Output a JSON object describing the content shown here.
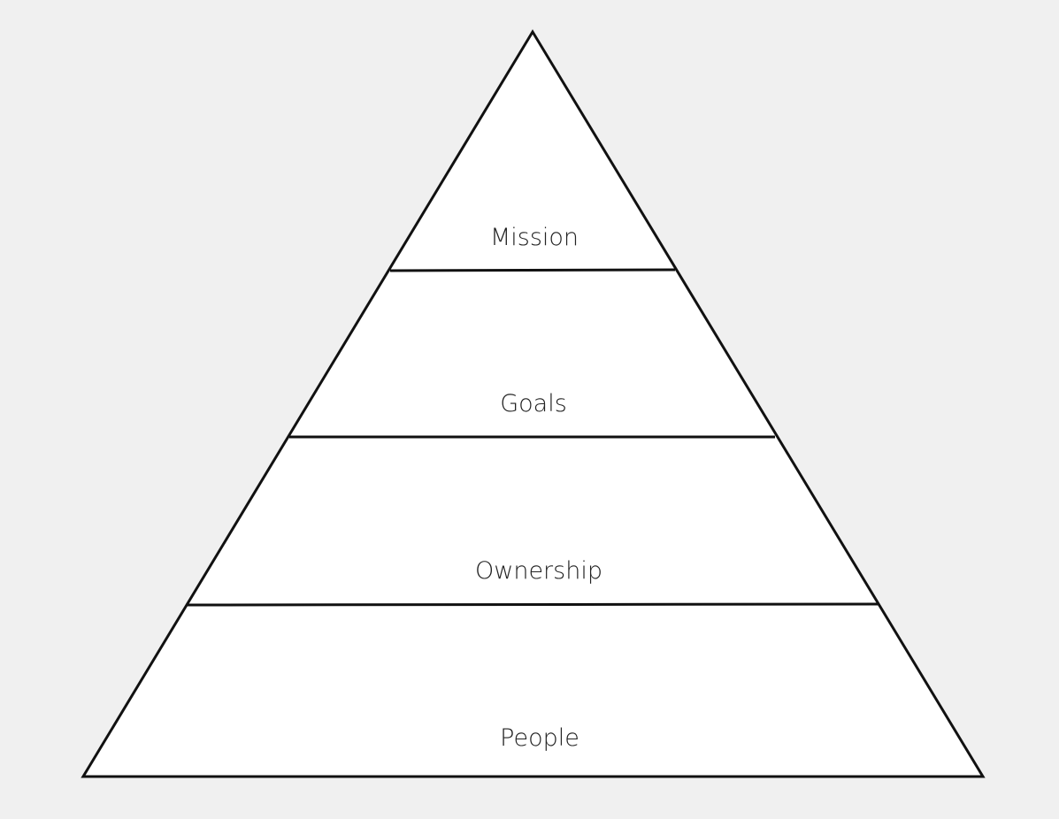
{
  "diagram": {
    "type": "pyramid",
    "tiers_top_to_bottom": [
      {
        "label": "Mission"
      },
      {
        "label": "Goals"
      },
      {
        "label": "Ownership"
      },
      {
        "label": "People"
      }
    ],
    "colors": {
      "background": "#f0f0f0",
      "fill": "#ffffff",
      "stroke": "#111111",
      "text": "#222222"
    }
  }
}
